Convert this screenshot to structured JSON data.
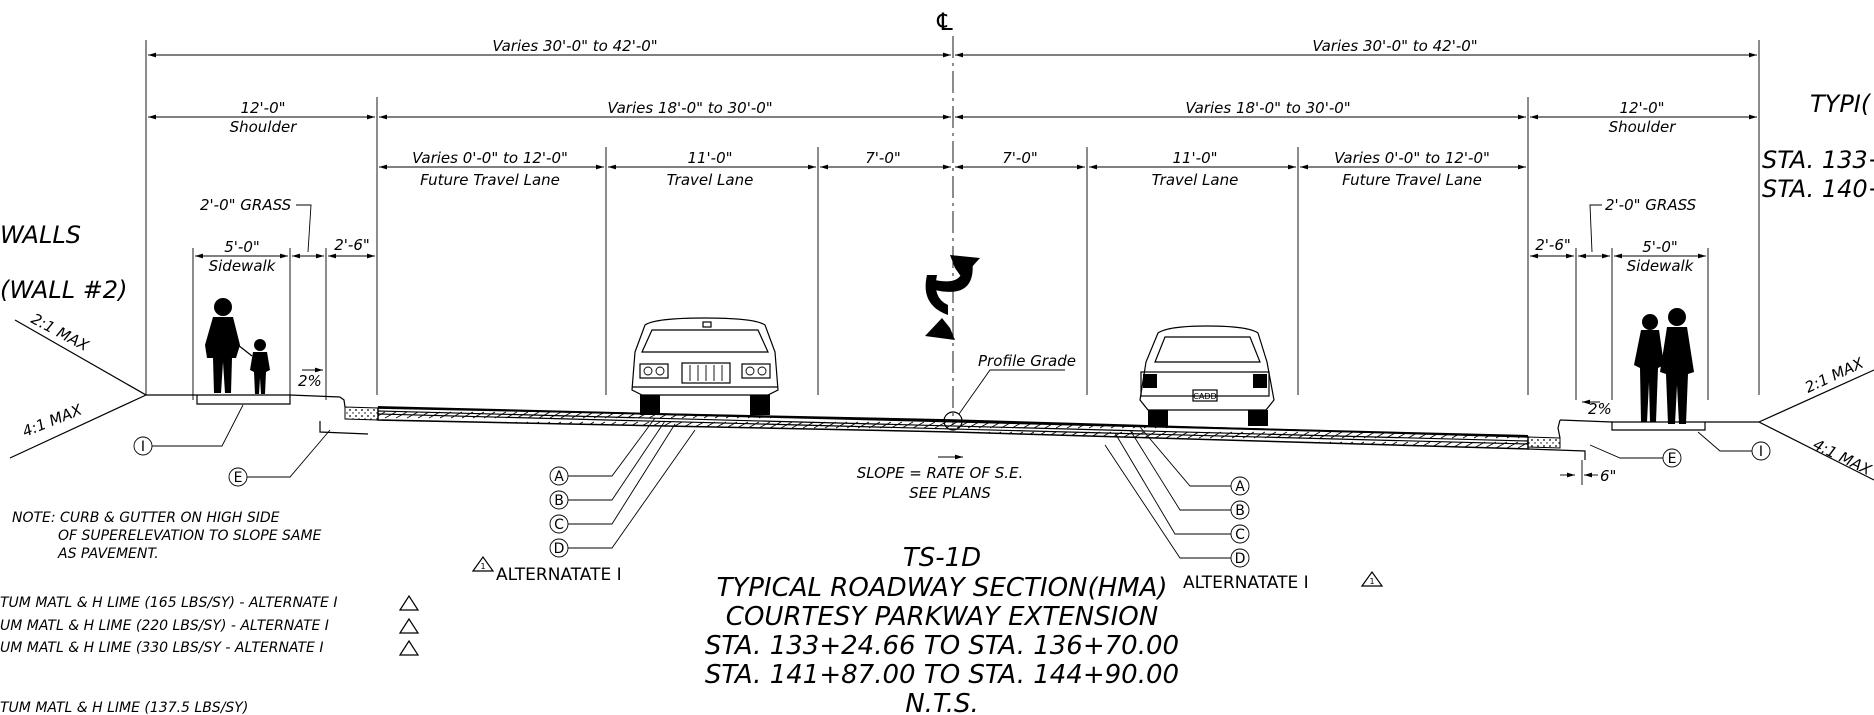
{
  "centerline": "℄",
  "dims": {
    "half_left": "Varies 30'-0\" to 42'-0\"",
    "half_right": "Varies 30'-0\" to 42'-0\"",
    "shoulder_left_width": "12'-0\"",
    "shoulder_left_label": "Shoulder",
    "shoulder_right_width": "12'-0\"",
    "shoulder_right_label": "Shoulder",
    "lanes_left": "Varies 18'-0\" to 30'-0\"",
    "lanes_right": "Varies 18'-0\" to 30'-0\"",
    "future_left": "Varies 0'-0\" to 12'-0\"",
    "future_left_label": "Future Travel Lane",
    "future_right": "Varies 0'-0\" to 12'-0\"",
    "future_right_label": "Future Travel Lane",
    "travel_left": "11'-0\"",
    "travel_left_label": "Travel Lane",
    "travel_right": "11'-0\"",
    "travel_right_label": "Travel Lane",
    "turn_left": "7'-0\"",
    "turn_right": "7'-0\"",
    "grass_left": "2'-0\" GRASS",
    "grass_right": "2'-0\" GRASS",
    "sidewalk_left": "5'-0\"",
    "sidewalk_left_label": "Sidewalk",
    "sidewalk_right": "5'-0\"",
    "sidewalk_right_label": "Sidewalk",
    "gap_left": "2'-6\"",
    "gap_right": "2'-6\"",
    "curb_offset": "6\""
  },
  "left_labels": {
    "walls": "WALLS",
    "wall2": "(WALL #2)"
  },
  "right_labels": {
    "typ": "TYPI(",
    "sta1": "STA. 133+",
    "sta2": "STA. 140+"
  },
  "slopes": {
    "left_top": "2:1 MAX",
    "left_bottom": "4:1 MAX",
    "right_top": "2:1 MAX",
    "right_bottom": "4:1 MAX"
  },
  "percent_left": "2%",
  "percent_right": "2%",
  "profile_grade": "Profile Grade",
  "slope_note": [
    "SLOPE = RATE OF S.E.",
    "SEE PLANS"
  ],
  "callouts": {
    "A": "A",
    "B": "B",
    "C": "C",
    "D": "D",
    "E": "E",
    "I": "I"
  },
  "alternate_left": "ALTERNATATE I",
  "alternate_right": "ALTERNATATE I",
  "car_plate": "CADD",
  "note_lines": [
    "NOTE: CURB & GUTTER ON HIGH SIDE",
    "OF SUPERELEVATION TO SLOPE SAME",
    "AS PAVEMENT."
  ],
  "legend_lines": [
    "TUM MATL & H LIME (165 LBS/SY) - ALTERNATE I",
    "UM MATL & H LIME (220 LBS/SY) - ALTERNATE I",
    "UM MATL & H LIME (330 LBS/SY - ALTERNATE I",
    "TUM MATL & H LIME (137.5 LBS/SY)"
  ],
  "title_block": [
    "TS-1D",
    "TYPICAL ROADWAY SECTION(HMA)",
    "COURTESY PARKWAY EXTENSION",
    "STA. 133+24.66 TO STA. 136+70.00",
    "STA. 141+87.00 TO STA. 144+90.00",
    "N.T.S."
  ]
}
